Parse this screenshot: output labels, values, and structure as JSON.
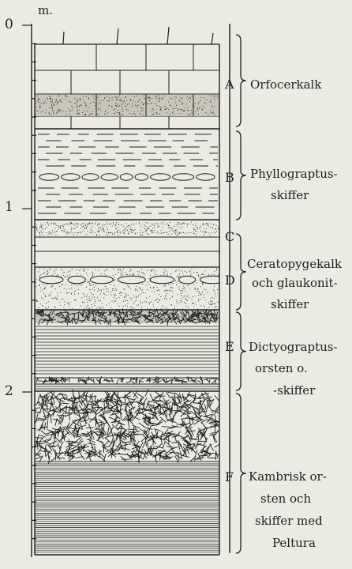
{
  "scale": {
    "unit": "m.",
    "ticks": [
      "0",
      "1",
      "2"
    ]
  },
  "layers": [
    {
      "letter": "A",
      "description": [
        "Orfocerkalk"
      ]
    },
    {
      "letter": "B",
      "description": [
        "Phyllograptus-",
        "skiffer"
      ]
    },
    {
      "letter": "C",
      "description": []
    },
    {
      "letter": "D",
      "description": [
        "Ceratopygekalk",
        "och glaukonit-",
        "skiffer"
      ]
    },
    {
      "letter": "E",
      "description": [
        "Dictyograptus-",
        "orsten o.",
        "-skiffer"
      ]
    },
    {
      "letter": "F",
      "description": [
        "Kambrisk or-",
        "sten och",
        "skiffer med",
        "Peltura"
      ]
    }
  ],
  "colors": {
    "ink": "#1d1d1d",
    "paper": "#ecebe3"
  }
}
